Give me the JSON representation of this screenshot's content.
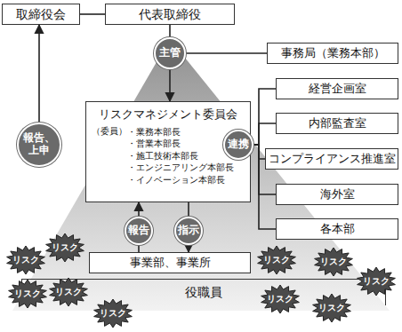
{
  "diagram": {
    "nodes": [
      {
        "text": [
          "取締役会"
        ]
      },
      {
        "text": [
          "代表取締役"
        ]
      },
      {
        "text": [
          "主管"
        ]
      },
      {
        "text": [
          "事務局（業務本部）"
        ]
      },
      {
        "text": [
          "報告、上申"
        ]
      },
      {
        "text": [
          "リスクマネジメント委員会",
          "（委員）",
          "・業務本部長",
          "・営業本部長",
          "・施工技術本部長",
          "・エンジニアリング本部長",
          "・イノベーション本部長"
        ]
      },
      {
        "text": [
          "連携"
        ]
      },
      {
        "text": [
          "経営企画室"
        ]
      },
      {
        "text": [
          "内部監査室"
        ]
      },
      {
        "text": [
          "コンプライアンス推進室"
        ]
      },
      {
        "text": [
          "海外室"
        ]
      },
      {
        "text": [
          "各本部"
        ]
      },
      {
        "text": [
          "報告"
        ]
      },
      {
        "text": [
          "指示"
        ]
      },
      {
        "text": [
          "事業部、事業所"
        ]
      },
      {
        "text": [
          "役職員"
        ]
      },
      {
        "text": [
          "リスク"
        ]
      },
      {
        "text": [
          "リスク"
        ]
      },
      {
        "text": [
          "リスク"
        ]
      },
      {
        "text": [
          "リスク"
        ]
      },
      {
        "text": [
          "リスク"
        ]
      },
      {
        "text": [
          "リスク"
        ]
      },
      {
        "text": [
          "リスク"
        ]
      },
      {
        "text": [
          "リスク"
        ]
      },
      {
        "text": [
          "リスク"
        ]
      },
      {
        "text": [
          "リスク"
        ]
      }
    ],
    "edges": [
      {
        "from": 1,
        "to": 0,
        "arrow": "none"
      },
      {
        "from": 1,
        "to": 2,
        "arrow": "none"
      },
      {
        "from": 2,
        "to": 5,
        "arrow": "to"
      },
      {
        "from": 2,
        "to": 3,
        "arrow": "none"
      },
      {
        "from": 4,
        "to": 0,
        "arrow": "to"
      },
      {
        "from": 6,
        "to": 7,
        "arrow": "none"
      },
      {
        "from": 6,
        "to": 8,
        "arrow": "none"
      },
      {
        "from": 6,
        "to": 9,
        "arrow": "none"
      },
      {
        "from": 6,
        "to": 10,
        "arrow": "none"
      },
      {
        "from": 6,
        "to": 11,
        "arrow": "none"
      },
      {
        "from": 14,
        "to": 12,
        "arrow": "none"
      },
      {
        "from": 12,
        "to": 5,
        "arrow": "to"
      },
      {
        "from": 5,
        "to": 13,
        "arrow": "none"
      },
      {
        "from": 13,
        "to": 14,
        "arrow": "to"
      }
    ]
  }
}
